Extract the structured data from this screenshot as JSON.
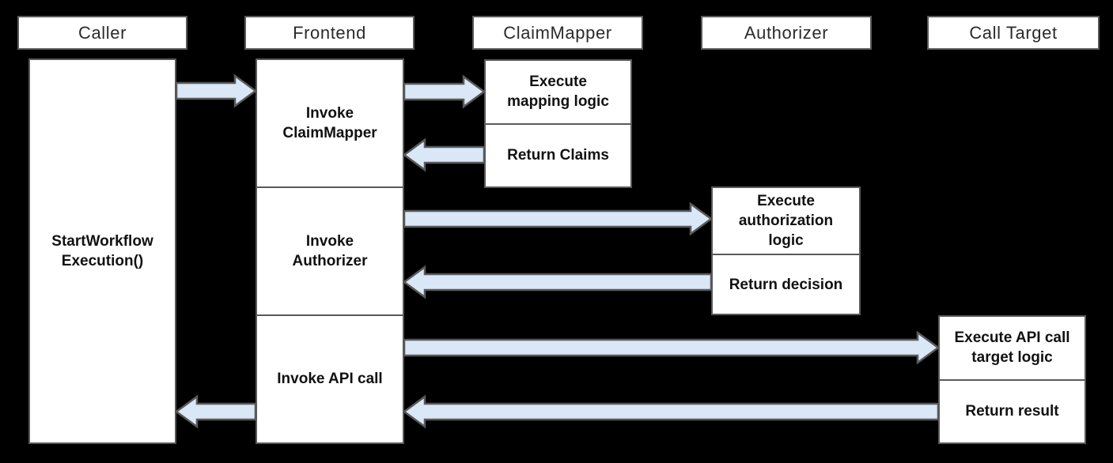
{
  "colors": {
    "background": "#000000",
    "box_fill": "#ffffff",
    "box_border": "#595959",
    "arrow_fill": "#d9e7f6",
    "arrow_border": "#595959",
    "header_text": "#2b2b2b",
    "body_text": "#111111"
  },
  "actors": [
    {
      "id": "caller",
      "label": "Caller"
    },
    {
      "id": "frontend",
      "label": "Frontend"
    },
    {
      "id": "claimmapper",
      "label": "ClaimMapper"
    },
    {
      "id": "authorizer",
      "label": "Authorizer"
    },
    {
      "id": "calltarget",
      "label": "Call Target"
    }
  ],
  "lifelines": {
    "caller": {
      "steps": [
        {
          "label": "StartWorkflow\nExecution()"
        }
      ]
    },
    "frontend": {
      "steps": [
        {
          "label": "Invoke\nClaimMapper"
        },
        {
          "label": "Invoke\nAuthorizer"
        },
        {
          "label": "Invoke API call"
        }
      ]
    },
    "claimmapper": {
      "steps": [
        {
          "label": "Execute\nmapping logic"
        },
        {
          "label": "Return Claims"
        }
      ]
    },
    "authorizer": {
      "steps": [
        {
          "label": "Execute\nauthorization\nlogic"
        },
        {
          "label": "Return decision"
        }
      ]
    },
    "calltarget": {
      "steps": [
        {
          "label": "Execute API call\ntarget logic"
        },
        {
          "label": "Return result"
        }
      ]
    }
  },
  "connections": [
    {
      "id": "caller-to-frontend",
      "from": "caller",
      "to": "frontend"
    },
    {
      "id": "frontend-to-claimmapper",
      "from": "frontend",
      "to": "claimmapper"
    },
    {
      "id": "claimmapper-to-frontend",
      "from": "claimmapper",
      "to": "frontend"
    },
    {
      "id": "frontend-to-authorizer",
      "from": "frontend",
      "to": "authorizer"
    },
    {
      "id": "authorizer-to-frontend",
      "from": "authorizer",
      "to": "frontend"
    },
    {
      "id": "frontend-to-calltarget",
      "from": "frontend",
      "to": "calltarget"
    },
    {
      "id": "calltarget-to-frontend",
      "from": "calltarget",
      "to": "frontend"
    },
    {
      "id": "frontend-to-caller",
      "from": "frontend",
      "to": "caller"
    }
  ]
}
